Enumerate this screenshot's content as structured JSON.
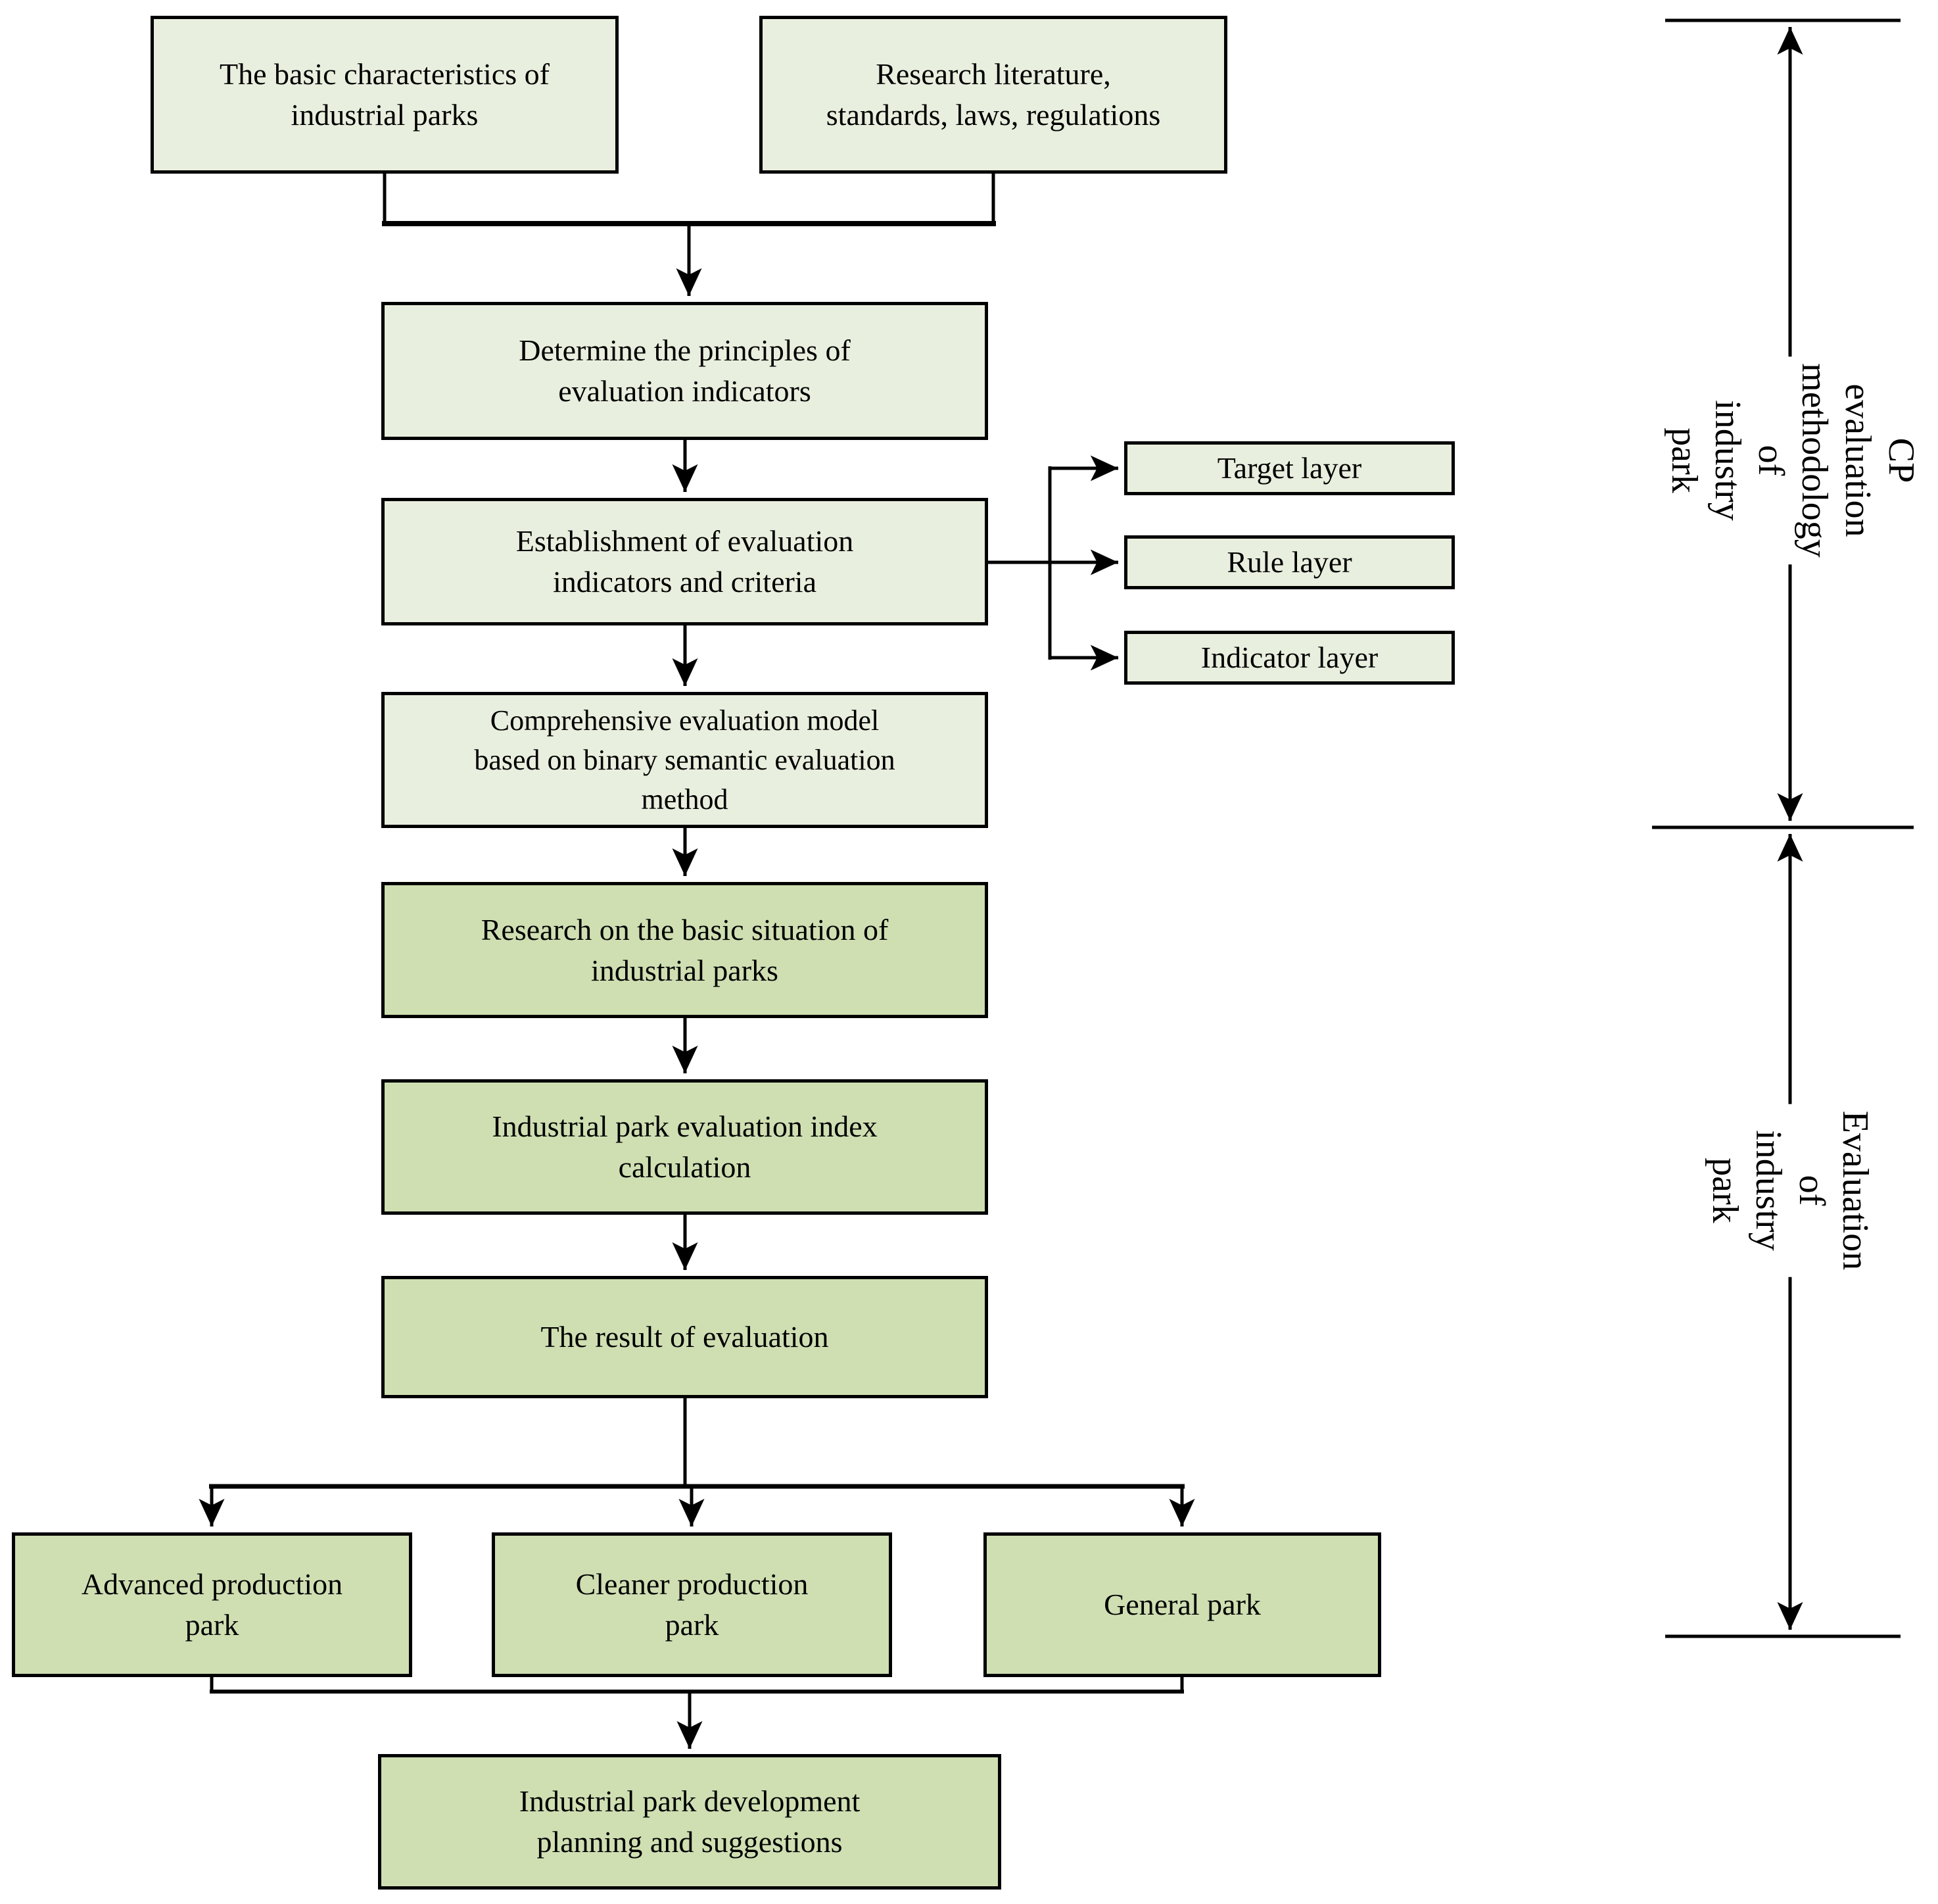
{
  "colors": {
    "light": "#e9efde",
    "dark": "#cfdfb2",
    "line": "#000000",
    "text": "#000000"
  },
  "flow": {
    "basic_characteristics": "The basic characteristics of\nindustrial parks",
    "research_literature": "Research literature,\nstandards, laws, regulations",
    "determine_principles": "Determine the principles of\nevaluation indicators",
    "establishment_indicators": "Establishment of evaluation\nindicators and criteria",
    "comprehensive_model": "Comprehensive evaluation model\nbased on binary semantic evaluation\nmethod",
    "research_basic_situation": "Research on the basic situation of\nindustrial parks",
    "index_calculation": "Industrial park evaluation index\ncalculation",
    "result_of_evaluation": "The result of evaluation",
    "advanced_park": "Advanced production\npark",
    "cleaner_park": "Cleaner production\npark",
    "general_park": "General park",
    "development_planning": "Industrial park development\nplanning and suggestions"
  },
  "layers": {
    "target": "Target layer",
    "rule": "Rule layer",
    "indicator": "Indicator layer"
  },
  "side": {
    "methodology": "CP evaluation methodology of\nindustry park",
    "evaluation": "Evaluation of industry park"
  }
}
